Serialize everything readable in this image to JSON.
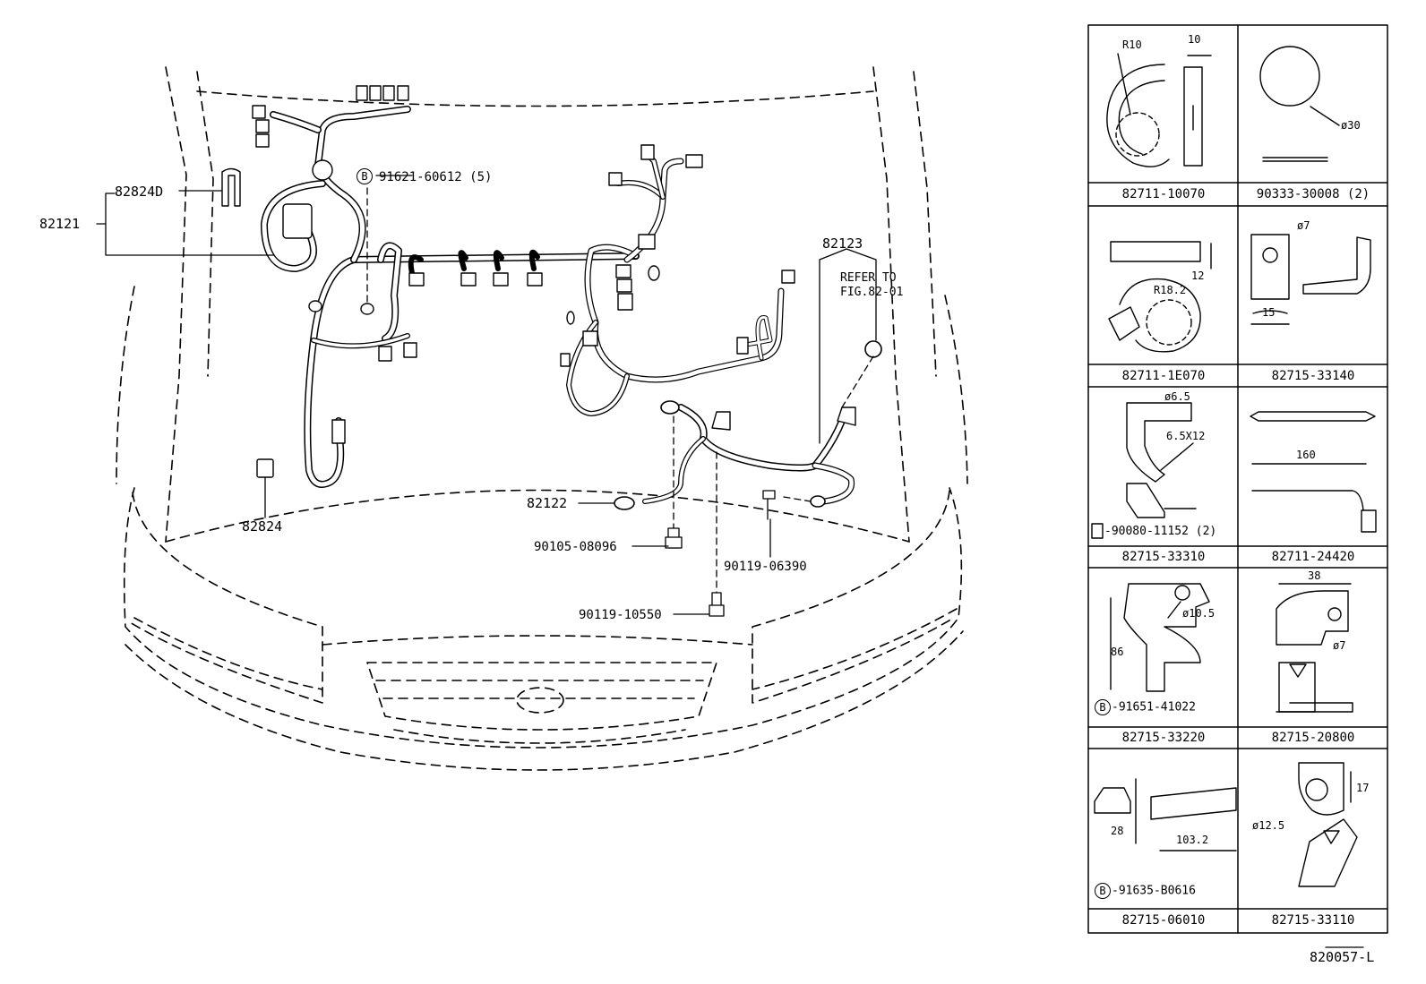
{
  "main_labels": {
    "harness_group": "82121",
    "clip_top": "82824D",
    "bolt_b": "91621-60612 (5)",
    "harness_82123": "82123",
    "refer_line1": "REFER TO",
    "refer_line2": "FIG.82-01",
    "block_82824": "82824",
    "wire_82122": "82122",
    "bolt_90105": "90105-08096",
    "bolt_90119a": "90119-06390",
    "bolt_90119b": "90119-10550"
  },
  "b_marker": "B",
  "panels": {
    "p1": {
      "caption": "82711-10070",
      "dims": [
        "R10",
        "10"
      ]
    },
    "p2": {
      "caption": "90333-30008 (2)",
      "dims": [
        "ø30"
      ]
    },
    "p3": {
      "caption": "82711-1E070",
      "dims": [
        "12",
        "R18.2"
      ]
    },
    "p4": {
      "caption": "82715-33140",
      "dims": [
        "ø7",
        "15"
      ]
    },
    "p5": {
      "caption": "82715-33310",
      "dims": [
        "ø6.5",
        "6.5X12"
      ],
      "bolt": "-90080-11152 (2)"
    },
    "p6": {
      "caption": "82711-24420",
      "dims": [
        "160"
      ]
    },
    "p7": {
      "caption": "82715-33220",
      "dims": [
        "ø10.5",
        "86"
      ],
      "bolt": "-91651-41022"
    },
    "p8": {
      "caption": "82715-20800",
      "dims": [
        "38",
        "ø7"
      ]
    },
    "p9": {
      "caption": "82715-06010",
      "dims": [
        "28",
        "103.2"
      ],
      "bolt": "-91635-B0616"
    },
    "p10": {
      "caption": "82715-33110",
      "dims": [
        "17",
        "ø12.5"
      ]
    }
  },
  "figure_id": "820057-L"
}
